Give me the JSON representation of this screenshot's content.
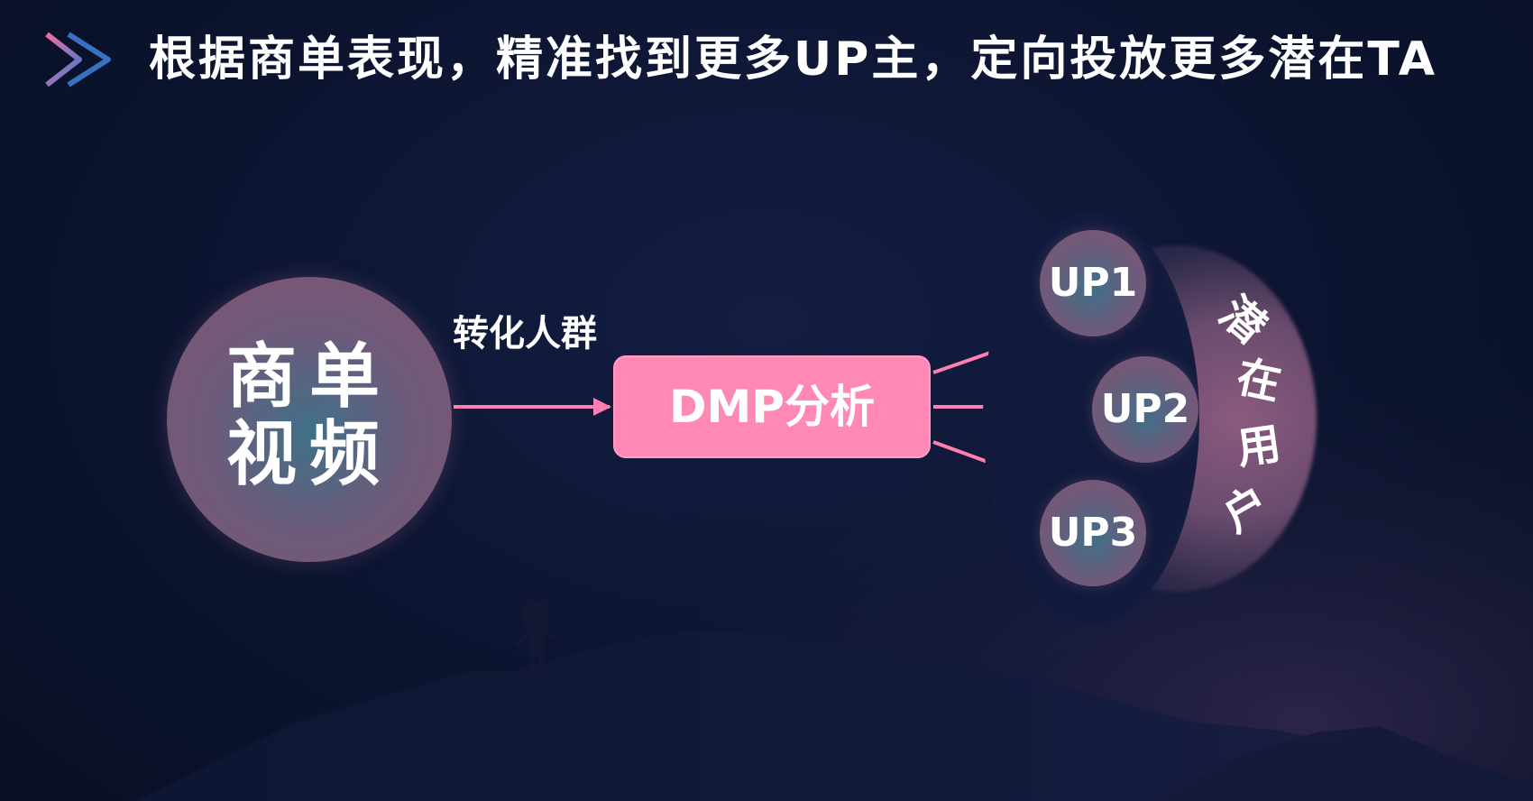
{
  "slide": {
    "title": "根据商单表现，精准找到更多UP主，定向投放更多潜在TA"
  },
  "diagram": {
    "source": {
      "line1": "商单",
      "line2": "视频"
    },
    "edge_label": "转化人群",
    "processor": "DMP分析",
    "targets": [
      "UP1",
      "UP2",
      "UP3"
    ],
    "group_label_chars": [
      "潜",
      "在",
      "用",
      "户"
    ]
  },
  "colors": {
    "background": "#0c1430",
    "accent_pink": "#ff88b6",
    "arrow_pink": "#ff7fb0",
    "circle_mauve": "#815672",
    "circle_teal": "#3f7088",
    "logo_pink": "#f06ba0",
    "logo_blue": "#3d7ccf"
  },
  "icons": {
    "logo": "play-chevron-icon",
    "mascot": "tv-head-mascot-silhouette"
  }
}
